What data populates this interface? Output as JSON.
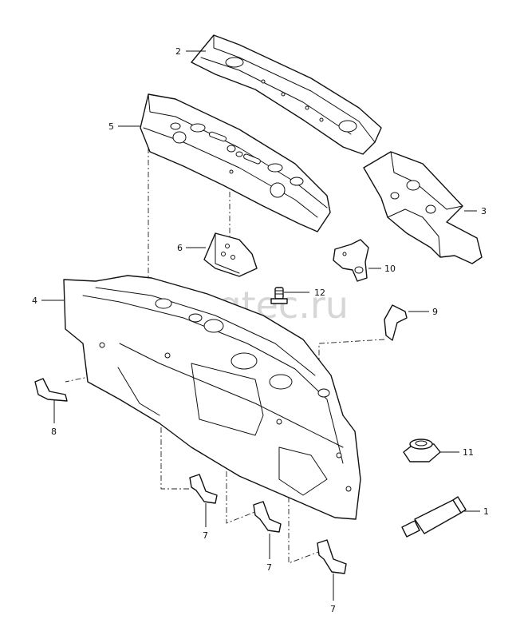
{
  "watermark": "vagtec.ru",
  "callouts": {
    "c1": "1",
    "c2": "2",
    "c3": "3",
    "c4": "4",
    "c5": "5",
    "c6": "6",
    "c7a": "7",
    "c7b": "7",
    "c7c": "7",
    "c8": "8",
    "c9": "9",
    "c10": "10",
    "c11": "11",
    "c12": "12"
  }
}
